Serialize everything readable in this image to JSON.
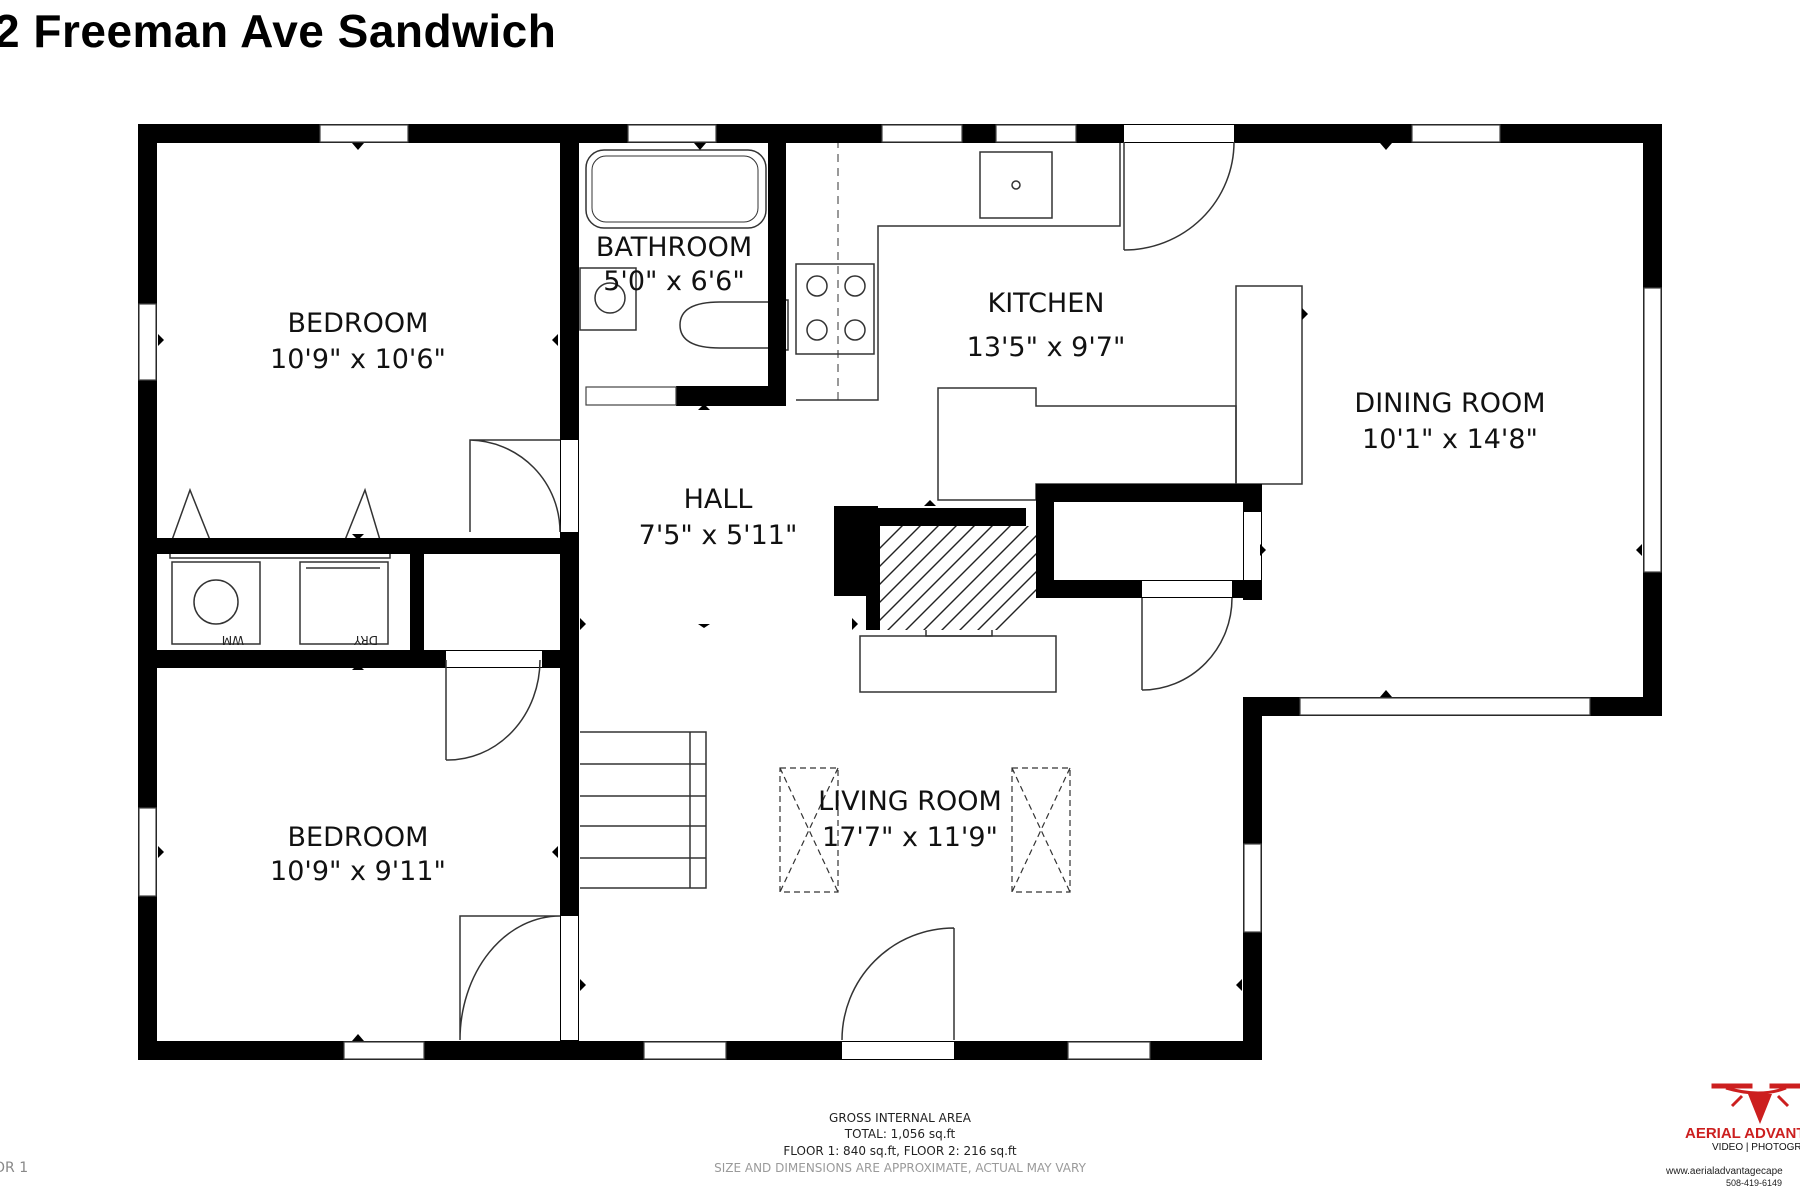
{
  "title": "2 Freeman Ave Sandwich",
  "rooms": {
    "bedroom1": {
      "name": "BEDROOM",
      "dims": "10'9\" x 10'6\""
    },
    "bathroom": {
      "name": "BATHROOM",
      "dims": "5'0\" x 6'6\""
    },
    "kitchen": {
      "name": "KITCHEN",
      "dims": "13'5\" x 9'7\""
    },
    "dining": {
      "name": "DINING ROOM",
      "dims": "10'1\" x 14'8\""
    },
    "hall": {
      "name": "HALL",
      "dims": "7'5\" x 5'11\""
    },
    "bedroom2": {
      "name": "BEDROOM",
      "dims": "10'9\" x 9'11\""
    },
    "living": {
      "name": "LIVING ROOM",
      "dims": "17'7\" x 11'9\""
    }
  },
  "appliances": {
    "washer": "WM",
    "dryer": "DRY"
  },
  "footer": {
    "heading": "GROSS INTERNAL AREA",
    "total": "TOTAL: 1,056 sq.ft",
    "floors": "FLOOR 1: 840 sq.ft, FLOOR 2: 216 sq.ft",
    "note": "SIZE AND DIMENSIONS ARE APPROXIMATE, ACTUAL MAY VARY"
  },
  "floor_label": "OR 1",
  "logo": {
    "name": "AERIAL ADVANT",
    "tagline": "VIDEO | PHOTOGRAP",
    "website": "www.aerialadvantagecape",
    "phone": "508-419-6149",
    "color": "#cc1f1f"
  }
}
